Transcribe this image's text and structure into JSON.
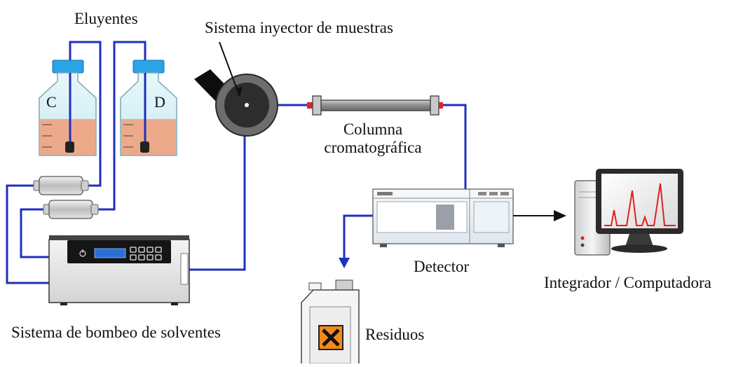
{
  "labels": {
    "eluents": "Eluyentes",
    "injector": "Sistema inyector de muestras",
    "column_line1": "Columna",
    "column_line2": "cromatográfica",
    "pump": "Sistema de bombeo de solventes",
    "detector": "Detector",
    "waste": "Residuos",
    "integrator": "Integrador / Computadora"
  },
  "bottles": [
    {
      "letter": "C"
    },
    {
      "letter": "D"
    }
  ],
  "colors": {
    "tubing": "#1f2fbf",
    "bottle_cap": "#2aa3e8",
    "liquid": "#f0a27e",
    "hazard": "#f08a1e",
    "peaks": "#e02020",
    "pump_display": "#2a6fd6"
  },
  "icons": [
    "bottle-icon",
    "filter-icon",
    "pump-icon",
    "injector-icon",
    "column-icon",
    "detector-icon",
    "waste-container-icon",
    "hazard-icon",
    "computer-icon"
  ]
}
